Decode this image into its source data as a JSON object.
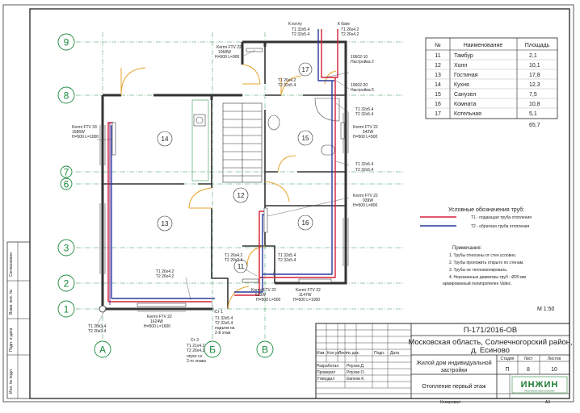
{
  "axes": {
    "rows": [
      "9",
      "8",
      "7",
      "6",
      "3",
      "2",
      "1"
    ],
    "cols": [
      "А",
      "Б",
      "В"
    ]
  },
  "rooms": [
    "14",
    "13",
    "12",
    "15",
    "16",
    "17",
    "11"
  ],
  "labels": {
    "radiator_14": [
      "Kermi FTV 33",
      "1586W",
      "H=500 L=1000"
    ],
    "radiator_top": [
      "Kermi FTV 22",
      "1068W",
      "H=500 L=900"
    ],
    "radiator_15": [
      "Kermi FTV 22",
      "542W",
      "H=500 L=500"
    ],
    "radiator_16": [
      "Kermi FTV 22",
      "939W",
      "H=500 L=800"
    ],
    "radiator_11": [
      "Kermi FTV 22",
      "523W",
      "H=500 L=500"
    ],
    "radiator_b16": [
      "Kermi FTV 22",
      "1147W",
      "H=500 L=1000"
    ],
    "radiator_13": [
      "Kermi FTV 22",
      "1624W",
      "H=500 L=1600"
    ],
    "to_boiler": [
      "К котлу",
      "T1 32х5.4",
      "T2 32х5.4"
    ],
    "to_tank": [
      "К баке",
      "T1 26х4.2",
      "T2 26х4.2"
    ],
    "valve1": [
      "10602-10",
      "Настройка 2"
    ],
    "valve2": [
      "10602-20",
      "Настройка 5"
    ],
    "p17": [
      "T1 26х4.2",
      "T2 32х5.4"
    ],
    "p15a": [
      "T1 32х5.4",
      "T2 32х5.4"
    ],
    "p15b": [
      "T1 32х5.4",
      "T2 32х5.4"
    ],
    "p11": [
      "T1 26х4.2",
      "T2 20х3.4"
    ],
    "p16": [
      "T1 32х5.4",
      "T2 32х5.4"
    ],
    "p13": [
      "T1 26х4.2",
      "T2 26х4.2"
    ],
    "pA": [
      "T1 20х3.4",
      "T2 20х3.4"
    ],
    "st2": [
      "Ст 2",
      "T1 21х4.2",
      "T2 26х4.2",
      "опуск со",
      "2-го этажа"
    ],
    "st1": [
      "Ст 1",
      "T1 32х5.4",
      "T2 32х5.4",
      "подъем на",
      "2-й этаж"
    ]
  },
  "area_table": {
    "headers": [
      "№",
      "Наименование",
      "Площадь"
    ],
    "rows": [
      [
        "11",
        "Тамбур",
        "2,1"
      ],
      [
        "12",
        "Холл",
        "10,1"
      ],
      [
        "13",
        "Гостиная",
        "17,8"
      ],
      [
        "14",
        "Кухня",
        "12,3"
      ],
      [
        "15",
        "Санузел",
        "7,5"
      ],
      [
        "16",
        "Комната",
        "10,8"
      ],
      [
        "17",
        "Котельная",
        "5,1"
      ]
    ],
    "total": "65,7"
  },
  "legend": {
    "title": "Условные обозначения труб:",
    "supply": "T1 - подающая труба отопления",
    "return": "T2 - обратная труба отопления",
    "supply_color": "#d6203a",
    "return_color": "#2b3a9c"
  },
  "notes": {
    "title": "Примечания:",
    "items": [
      "1. Трубы относены от стен условно.",
      "2. Трубы проложить открыто по стенам.",
      "3. Трубы не теплоизолировать.",
      "4. Неуказанные диаметры труб - Ø20 мм",
      "армированный полипропилен Valtec."
    ]
  },
  "scale": "М 1:50",
  "title_block": {
    "code": "П-171/2016-ОВ",
    "location": "Московская область, Солнечногорский район,",
    "village": "д. Есиново",
    "project": "Жилой дом индивидуальной",
    "project2": "застройки",
    "sheet_title": "Отопление первый этаж",
    "stage_h": "Стадия",
    "sheet_h": "Лист",
    "sheets_h": "Листов",
    "stage": "П",
    "sheet": "8",
    "sheets": "10",
    "col_heads": [
      "Изм.",
      "Кол.уч",
      "Лист",
      "№ док.",
      "Подп.",
      "Дата"
    ],
    "roles": [
      "Разработал",
      "Проверил",
      "Утвердил"
    ],
    "names": [
      "Ряузов Д.",
      "Ряузов О.",
      "Евпнов К."
    ],
    "copied": "Копировал",
    "format": "А3",
    "logo": "ИНЖИН",
    "logo_sub": "Инжиниринговая компания"
  },
  "side_stamps": [
    "Согласовано",
    "Взам. инв. №",
    "Подп. и дата",
    "Инв. № подл."
  ]
}
